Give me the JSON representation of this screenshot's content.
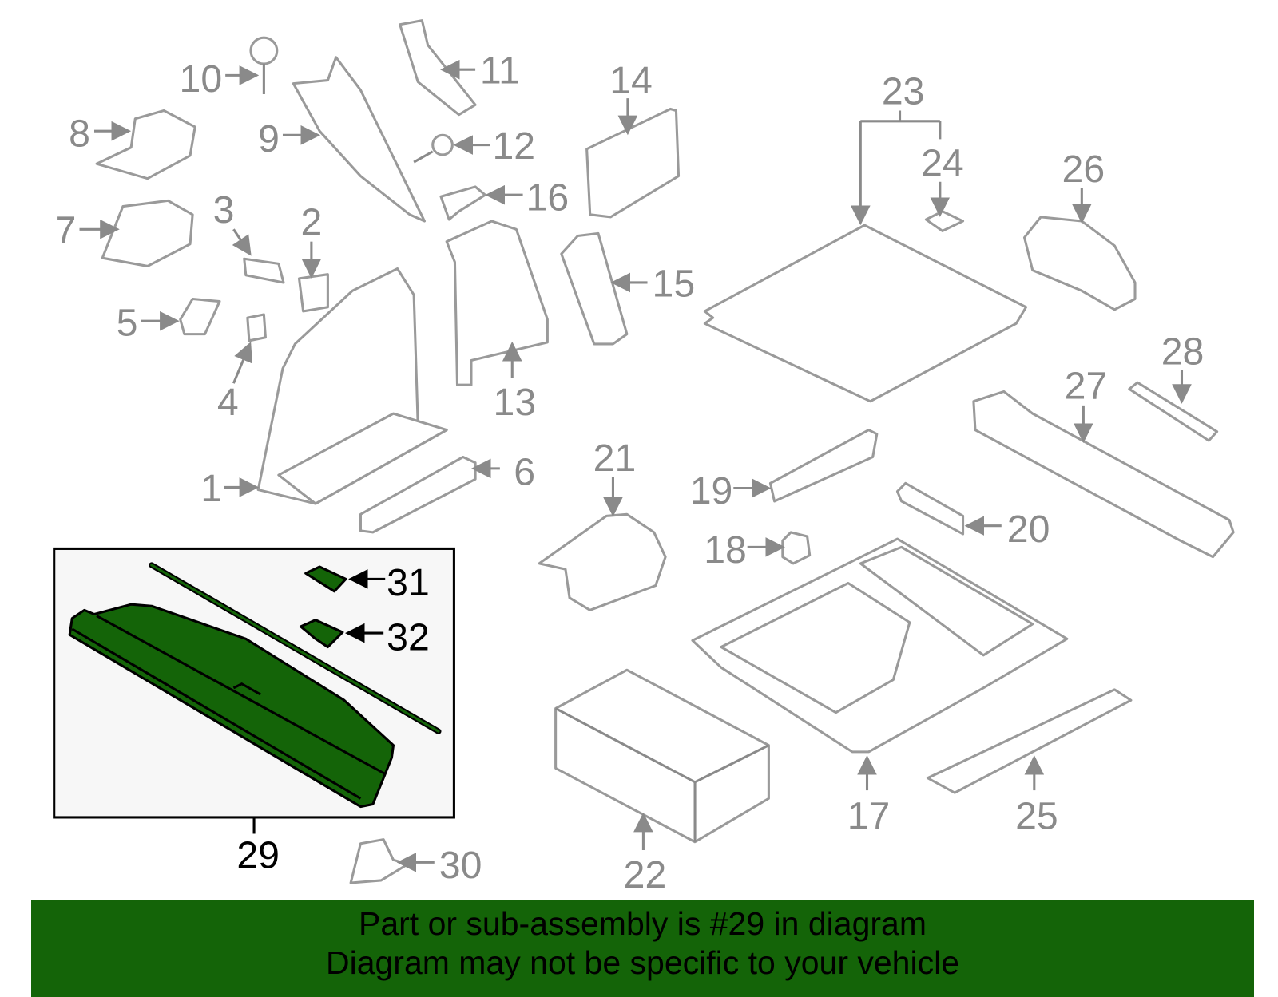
{
  "diagram": {
    "highlight_color": "#146408",
    "callouts": [
      "1",
      "2",
      "3",
      "4",
      "5",
      "6",
      "7",
      "8",
      "9",
      "10",
      "11",
      "12",
      "13",
      "14",
      "15",
      "16",
      "17",
      "18",
      "19",
      "20",
      "21",
      "22",
      "23",
      "24",
      "25",
      "26",
      "27",
      "28",
      "29",
      "30",
      "31",
      "32"
    ],
    "highlighted_callouts": [
      "29",
      "31",
      "32"
    ]
  },
  "banner": {
    "line1": "Part or sub-assembly is #29 in diagram",
    "line2": "Diagram may not be specific to your vehicle"
  }
}
